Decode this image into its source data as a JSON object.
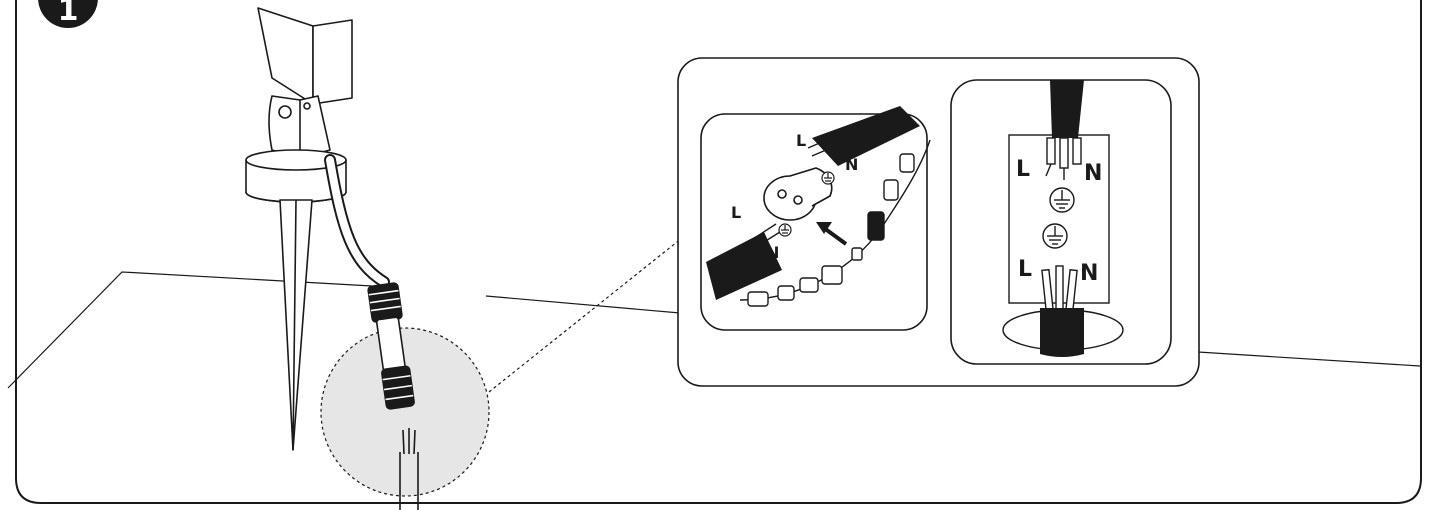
{
  "step_number": "1",
  "inset_left_labels": {
    "upper_live": "L",
    "upper_neutral": "N",
    "lower_live": "L",
    "lower_neutral": "N"
  },
  "inset_right_labels": {
    "top_live": "L",
    "top_neutral": "N",
    "bottom_live": "L",
    "bottom_neutral": "N"
  },
  "icons": [
    "ground-icon",
    "arrow-icon"
  ],
  "colors": {
    "line": "#1a1a1a",
    "highlight_fill": "#e6e6e6",
    "cable": "#1a1a1a"
  }
}
